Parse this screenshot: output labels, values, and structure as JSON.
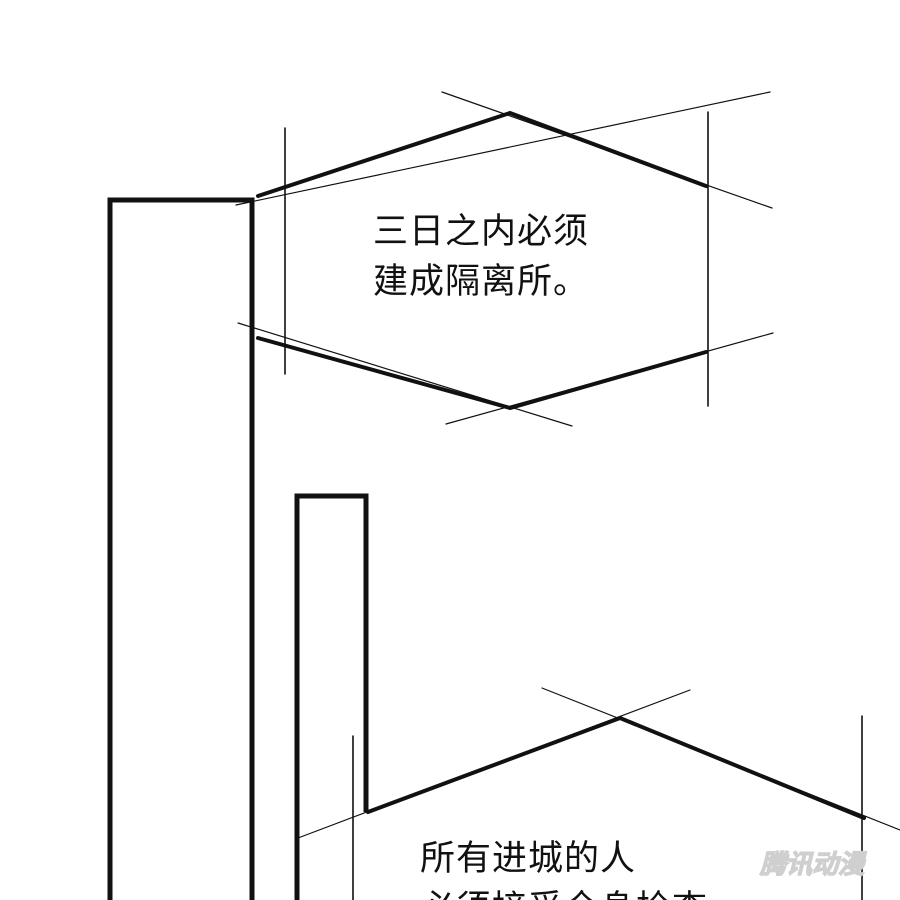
{
  "colors": {
    "background": "#ffffff",
    "ink": "#111111",
    "watermark": "#d9d9d9"
  },
  "bubbles": [
    {
      "lines": [
        "三日之内必须",
        "建成隔离所。"
      ]
    },
    {
      "lines": [
        "所有进城的人",
        "必须接受全身检查"
      ]
    }
  ],
  "watermark": {
    "text": "腾讯动漫"
  }
}
